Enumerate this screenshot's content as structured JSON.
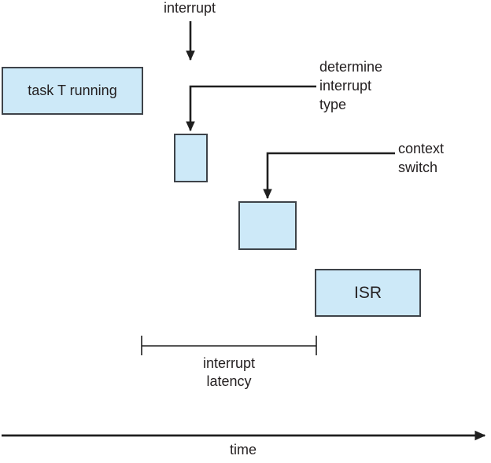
{
  "labels": {
    "interrupt": "interrupt",
    "determine_interrupt_type": "determine\ninterrupt\ntype",
    "context_switch": "context\nswitch",
    "interrupt_latency": "interrupt\nlatency",
    "time": "time"
  },
  "boxes": {
    "task_label": "task T running",
    "isr_label": "ISR"
  },
  "colors": {
    "background": "#ffffff",
    "box_fill": "#cde9f8",
    "box_border": "#3e4349",
    "line": "#1f1f1f",
    "text": "#231f20"
  }
}
